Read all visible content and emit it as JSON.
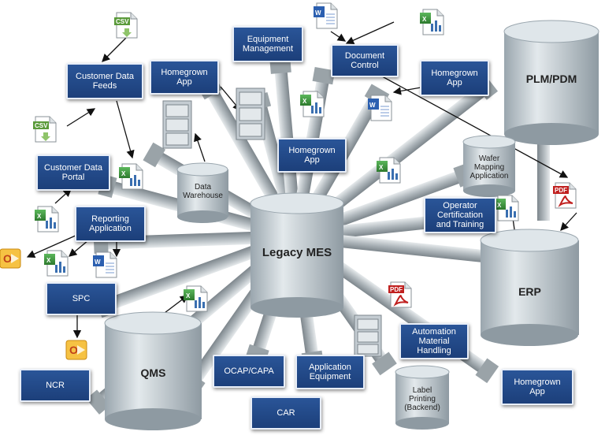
{
  "center": "Legacy MES",
  "cylinders": {
    "plm": "PLM/PDM",
    "erp": "ERP",
    "qms": "QMS",
    "warehouse": "Data\nWarehouse",
    "wafer": "Wafer\nMapping\nApplication",
    "label_printing": "Label\nPrinting\n(Backend)"
  },
  "boxes": {
    "customer_feeds": "Customer Data\nFeeds",
    "homegrown_1": "Homegrown\nApp",
    "equipment_mgmt": "Equipment\nManagement",
    "document_control": "Document\nControl",
    "homegrown_2": "Homegrown\nApp",
    "homegrown_3": "Homegrown\nApp",
    "customer_portal": "Customer Data\nPortal",
    "reporting": "Reporting\nApplication",
    "operator_cert": "Operator\nCertification\nand Training",
    "spc": "SPC",
    "automation": "Automation\nMaterial\nHandling",
    "app_equipment": "Application\nEquipment",
    "ocap": "OCAP/CAPA",
    "ncr": "NCR",
    "car": "CAR",
    "homegrown_4": "Homegrown\nApp"
  },
  "file_labels": {
    "csv": "CSV",
    "pdf": "PDF"
  },
  "icons": [
    "csv-file-icon",
    "word-file-icon",
    "excel-file-icon",
    "pdf-file-icon",
    "outlook-icon",
    "file-cabinet-icon"
  ],
  "colors": {
    "box": "#1f4a8a",
    "cylinder": "#cdd6dc",
    "bolt": "#b9c1c6",
    "text": "#222222"
  }
}
